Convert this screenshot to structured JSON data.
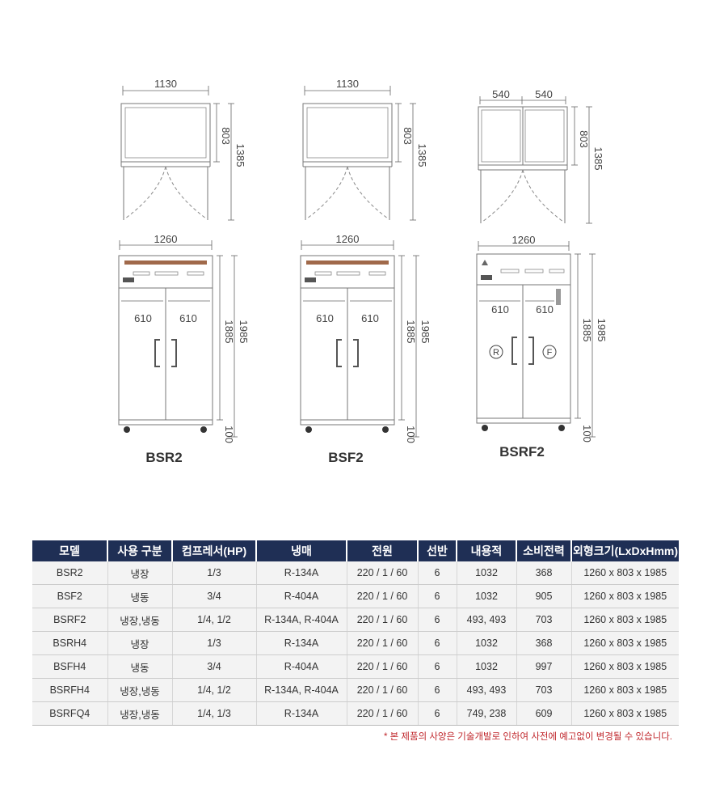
{
  "drawings": {
    "top_width_two_door": "1130",
    "top_depth": "803",
    "top_depth_open": "1385",
    "top_half_width": "540",
    "front_width": "1260",
    "door_width": "610",
    "front_body_height": "1885",
    "front_total_height": "1985",
    "caster_height": "100",
    "door_mark_r": "R",
    "door_mark_f": "F",
    "models": [
      "BSR2",
      "BSF2",
      "BSRF2"
    ]
  },
  "table": {
    "headers": [
      "모델",
      "사용 구분",
      "컴프레서(HP)",
      "냉매",
      "전원",
      "선반",
      "내용적",
      "소비전력",
      "외형크기(LxDxHmm)"
    ],
    "rows": [
      [
        "BSR2",
        "냉장",
        "1/3",
        "R-134A",
        "220 / 1 / 60",
        "6",
        "1032",
        "368",
        "1260 x 803 x 1985"
      ],
      [
        "BSF2",
        "냉동",
        "3/4",
        "R-404A",
        "220 / 1 / 60",
        "6",
        "1032",
        "905",
        "1260 x 803 x 1985"
      ],
      [
        "BSRF2",
        "냉장,냉동",
        "1/4, 1/2",
        "R-134A, R-404A",
        "220 / 1 / 60",
        "6",
        "493, 493",
        "703",
        "1260 x 803 x 1985"
      ],
      [
        "BSRH4",
        "냉장",
        "1/3",
        "R-134A",
        "220 / 1 / 60",
        "6",
        "1032",
        "368",
        "1260 x 803 x 1985"
      ],
      [
        "BSFH4",
        "냉동",
        "3/4",
        "R-404A",
        "220 / 1 / 60",
        "6",
        "1032",
        "997",
        "1260 x 803 x 1985"
      ],
      [
        "BSRFH4",
        "냉장,냉동",
        "1/4, 1/2",
        "R-134A, R-404A",
        "220 / 1 / 60",
        "6",
        "493, 493",
        "703",
        "1260 x 803 x 1985"
      ],
      [
        "BSRFQ4",
        "냉장,냉동",
        "1/4, 1/3",
        "R-134A",
        "220 / 1 / 60",
        "6",
        "749, 238",
        "609",
        "1260 x 803 x 1985"
      ]
    ]
  },
  "note": "* 본 제품의  사양은 기술개발로 인하여 사전에 예고없이 변경될 수 있습니다."
}
